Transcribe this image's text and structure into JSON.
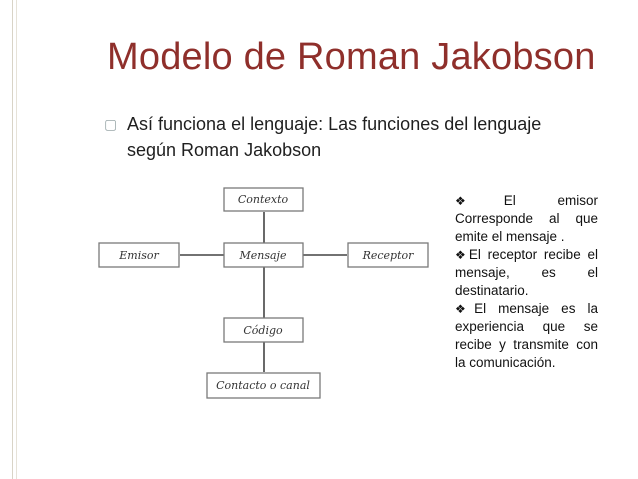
{
  "slide": {
    "title": "Modelo de Roman Jakobson",
    "bullet": {
      "icon": "square-bullet-icon",
      "text": "Así funciona el lenguaje: Las funciones del lenguaje según Roman Jakobson"
    }
  },
  "diagram": {
    "boxes": {
      "contexto": "Contexto",
      "emisor": "Emisor",
      "mensaje": "Mensaje",
      "receptor": "Receptor",
      "codigo": "Código",
      "contacto": "Contacto o canal"
    }
  },
  "side_notes": {
    "items": [
      "El emisor Corresponde al que emite el mensaje .",
      "El receptor recibe el mensaje, es el destinatario.",
      "El mensaje es la experiencia que se recibe y transmite con la comunicación."
    ],
    "marker": "❖"
  },
  "colors": {
    "title": "#8f2f2b",
    "box_border": "#7a7a7a",
    "line": "#444444"
  }
}
